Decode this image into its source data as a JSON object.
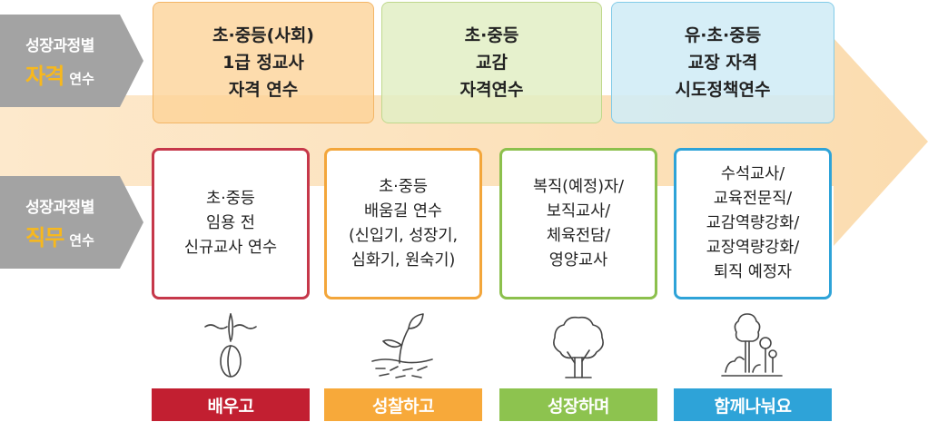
{
  "side_tags": [
    {
      "line1": "성장과정별",
      "emphasis": "자격",
      "suffix": "연수"
    },
    {
      "line1": "성장과정별",
      "emphasis": "직무",
      "suffix": "연수"
    }
  ],
  "certification_boxes": [
    {
      "text": "초·중등(사회)\n1급 정교사\n자격 연수"
    },
    {
      "text": "초·중등\n교감\n자격연수"
    },
    {
      "text": "유·초·중등\n교장 자격\n시도정책연수"
    }
  ],
  "duty_boxes": [
    {
      "text": "초·중등\n임용 전\n신규교사 연수"
    },
    {
      "text": "초·중등\n배움길 연수\n(신입기, 성장기,\n심화기, 원숙기)"
    },
    {
      "text": "복직(예정)자/\n보직교사/\n체육전담/\n영양교사"
    },
    {
      "text": "수석교사/\n교육전문직/\n교감역량강화/\n교장역량강화/\n퇴직 예정자"
    }
  ],
  "stages": [
    {
      "label": "배우고",
      "icon": "sprout-seed-icon",
      "color": "#c21f31"
    },
    {
      "label": "성찰하고",
      "icon": "seedling-icon",
      "color": "#f7a93a"
    },
    {
      "label": "성장하며",
      "icon": "tree-icon",
      "color": "#8dc34f"
    },
    {
      "label": "함께나눠요",
      "icon": "grove-icon",
      "color": "#2ea3d8"
    }
  ],
  "colors": {
    "arrow": "#fbe3bd",
    "tag_gray": "#999999",
    "tag_emphasis": "#f8b81c"
  }
}
